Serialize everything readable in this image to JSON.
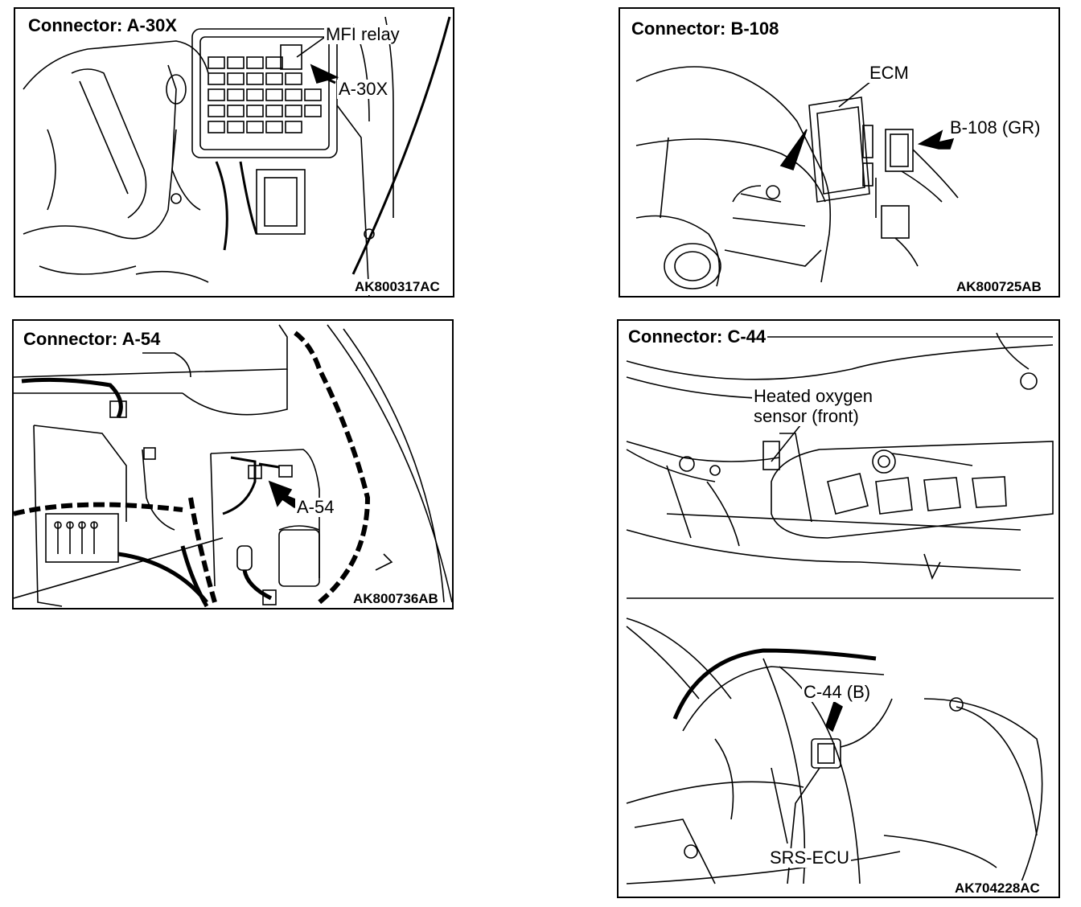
{
  "panels": {
    "a30x": {
      "title": "Connector: A-30X",
      "labels": {
        "relay": "MFI relay",
        "connector": "A-30X"
      },
      "code": "AK800317AC",
      "icon": "engine-relay-box-drawing"
    },
    "b108": {
      "title": "Connector: B-108",
      "labels": {
        "ecm": "ECM",
        "connector": "B-108 (GR)"
      },
      "code": "AK800725AB",
      "icon": "car-front-ecm-drawing"
    },
    "a54": {
      "title": "Connector: A-54",
      "labels": {
        "connector": "A-54"
      },
      "code": "AK800736AB",
      "icon": "harness-connector-drawing"
    },
    "c44": {
      "title": "Connector: C-44",
      "labels": {
        "sensor_line1": "Heated oxygen",
        "sensor_line2": "sensor (front)",
        "connector": "C-44 (B)",
        "srs": "SRS-ECU"
      },
      "code": "AK704228AC",
      "icon": "underbody-exhaust-drawing"
    }
  }
}
